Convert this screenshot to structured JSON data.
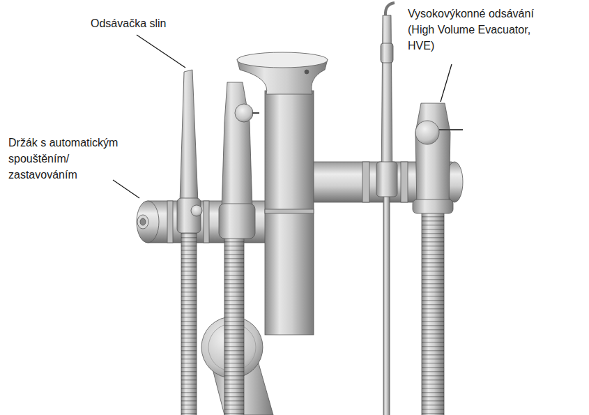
{
  "diagram": {
    "labels": [
      "Odsávačka slin",
      "Vysokovýkonné odsávání (High Volume Evacuator, HVE)",
      "Držák s automatickým spouštěním/ zastavováním"
    ]
  }
}
